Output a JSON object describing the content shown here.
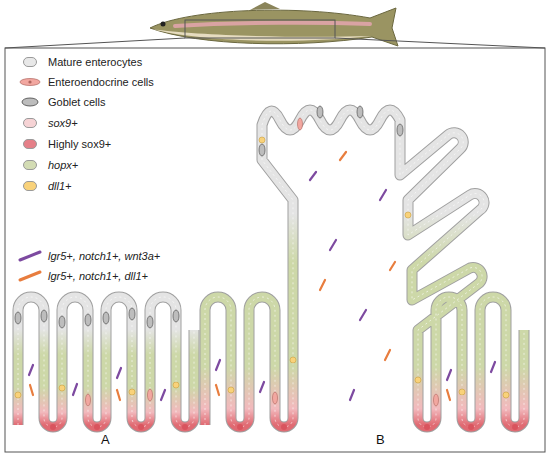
{
  "diagram": {
    "labels": [
      "A",
      "B"
    ],
    "legend": [
      {
        "text": "Mature enterocytes",
        "color": "#e8e8e8"
      },
      {
        "text": "Enteroendocrine cells"
      },
      {
        "text": "Goblet cells"
      },
      {
        "text": "sox9+",
        "color": "#f6d3d5"
      },
      {
        "text": "Highly sox9+",
        "color": "#e57f88"
      },
      {
        "text": "hopx+",
        "color": "#d3dcb4"
      },
      {
        "text": "dll1+",
        "color": "#f9d27a"
      },
      {
        "text": "lgr5+, notch1+, wnt3a+"
      },
      {
        "text": "lgr5+, notch1+, dll1+"
      }
    ]
  }
}
